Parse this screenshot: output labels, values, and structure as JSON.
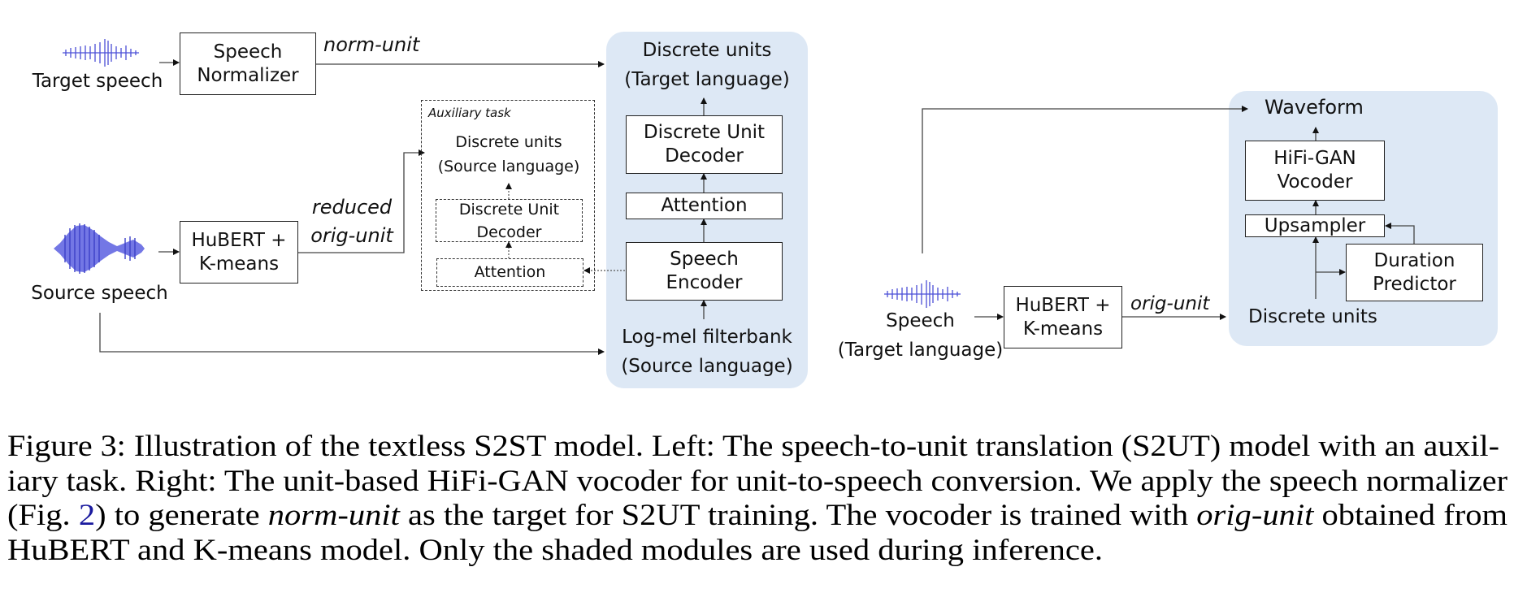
{
  "figure": {
    "left": {
      "target_speech_label": "Target speech",
      "speech_normalizer": [
        "Speech",
        "Normalizer"
      ],
      "norm_unit_label": "norm-unit",
      "source_speech_label": "Source speech",
      "hubert_kmeans": [
        "HuBERT +",
        "K-means"
      ],
      "reduced_orig_unit_label": [
        "reduced",
        "orig-unit"
      ],
      "auxiliary": {
        "title": "Auxiliary task",
        "output": [
          "Discrete units",
          "(Source language)"
        ],
        "decoder": [
          "Discrete Unit",
          "Decoder"
        ],
        "attention": "Attention"
      },
      "shaded": {
        "output": [
          "Discrete units",
          "(Target language)"
        ],
        "decoder": [
          "Discrete Unit",
          "Decoder"
        ],
        "attention": "Attention",
        "encoder": [
          "Speech",
          "Encoder"
        ],
        "input": [
          "Log-mel filterbank",
          "(Source language)"
        ]
      }
    },
    "right": {
      "speech_label": [
        "Speech",
        "(Target language)"
      ],
      "hubert_kmeans": [
        "HuBERT +",
        "K-means"
      ],
      "orig_unit_label": "orig-unit",
      "shaded": {
        "waveform": "Waveform",
        "vocoder": [
          "HiFi-GAN",
          "Vocoder"
        ],
        "upsampler": "Upsampler",
        "duration_predictor": [
          "Duration",
          "Predictor"
        ],
        "discrete_units": "Discrete units"
      }
    },
    "colors": {
      "shaded_panel": "#dde8f5",
      "waveform": "#4a4fd6"
    }
  },
  "caption": {
    "lines": [
      [
        "Figure 3: Illustration of the textless S2ST model. Left: The speech-to-unit translation (S2UT) model with an auxil-"
      ],
      [
        "iary task. Right: The unit-based HiFi-GAN vocoder for unit-to-speech conversion. We apply the speech normalizer"
      ],
      [
        "(Fig. ",
        "2",
        ") to generate ",
        "norm-unit",
        " as the target for S2UT training. The vocoder is trained with ",
        "orig-unit",
        " obtained from"
      ],
      [
        "HuBERT and K-means model. Only the shaded modules are used during inference."
      ]
    ]
  }
}
